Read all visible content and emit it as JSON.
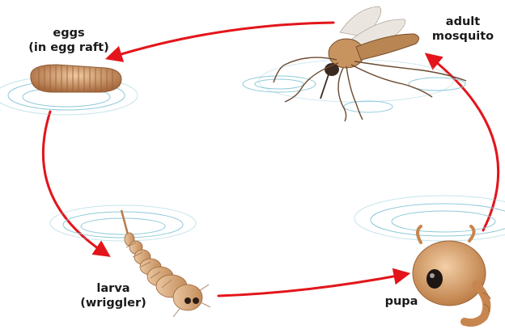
{
  "stages": {
    "eggs": {
      "line1": "eggs",
      "line2": "(in egg raft)"
    },
    "larva": {
      "line1": "larva",
      "line2": "(wriggler)"
    },
    "pupa": {
      "line1": "pupa"
    },
    "adult": {
      "line1": "adult",
      "line2": "mosquito"
    }
  },
  "colors": {
    "arrow": "#e3151b",
    "water_ripple": "#8ec9d8",
    "body_light": "#d9a777",
    "body_dark": "#8a5a34",
    "wing": "#e8e4dc"
  }
}
